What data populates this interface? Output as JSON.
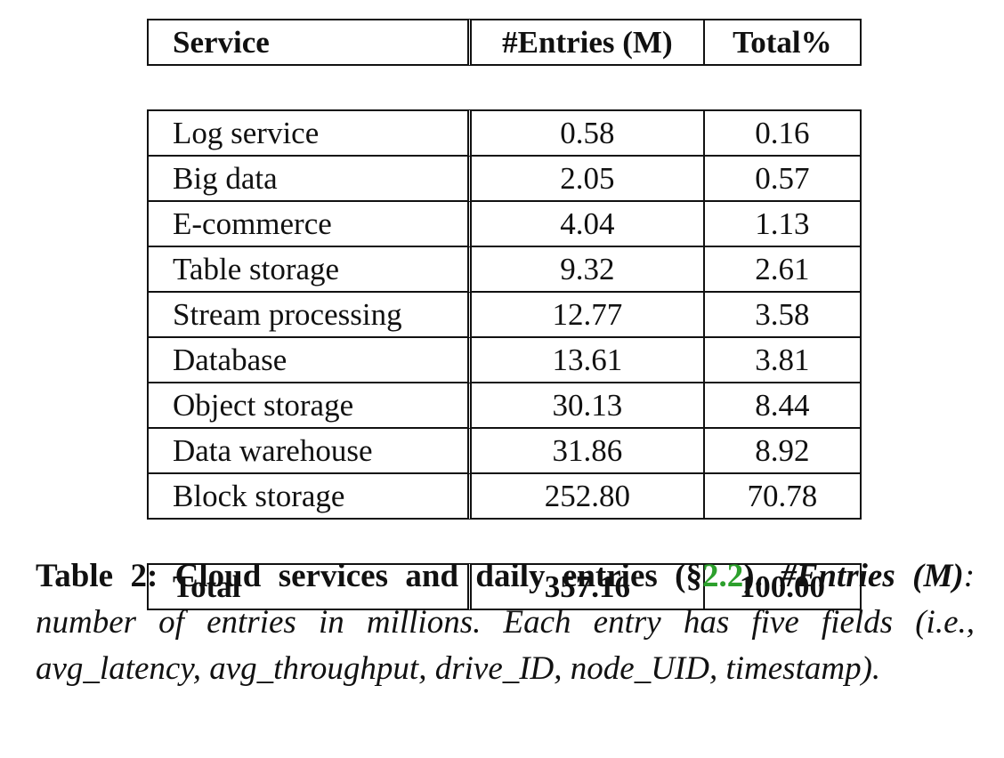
{
  "table": {
    "headers": [
      "Service",
      "#Entries (M)",
      "Total%"
    ],
    "rows": [
      [
        "Log service",
        "0.58",
        "0.16"
      ],
      [
        "Big data",
        "2.05",
        "0.57"
      ],
      [
        "E-commerce",
        "4.04",
        "1.13"
      ],
      [
        "Table storage",
        "9.32",
        "2.61"
      ],
      [
        "Stream processing",
        "12.77",
        "3.58"
      ],
      [
        "Database",
        "13.61",
        "3.81"
      ],
      [
        "Object storage",
        "30.13",
        "8.44"
      ],
      [
        "Data warehouse",
        "31.86",
        "8.92"
      ],
      [
        "Block storage",
        "252.80",
        "70.78"
      ]
    ],
    "total_row": [
      "Total",
      "357.16",
      "100.00"
    ]
  },
  "caption": {
    "label": "Table 2: Cloud services and daily entries (§",
    "section_ref": "2.2",
    "label_end": ").",
    "term": "#Entries (M)",
    "text": ": number of entries in millions. Each entry has five fields (i.e., avg_latency, avg_throughput, drive_ID, node_UID, timestamp)."
  },
  "colors": {
    "text": "#111111",
    "link": "#2ca02c"
  }
}
